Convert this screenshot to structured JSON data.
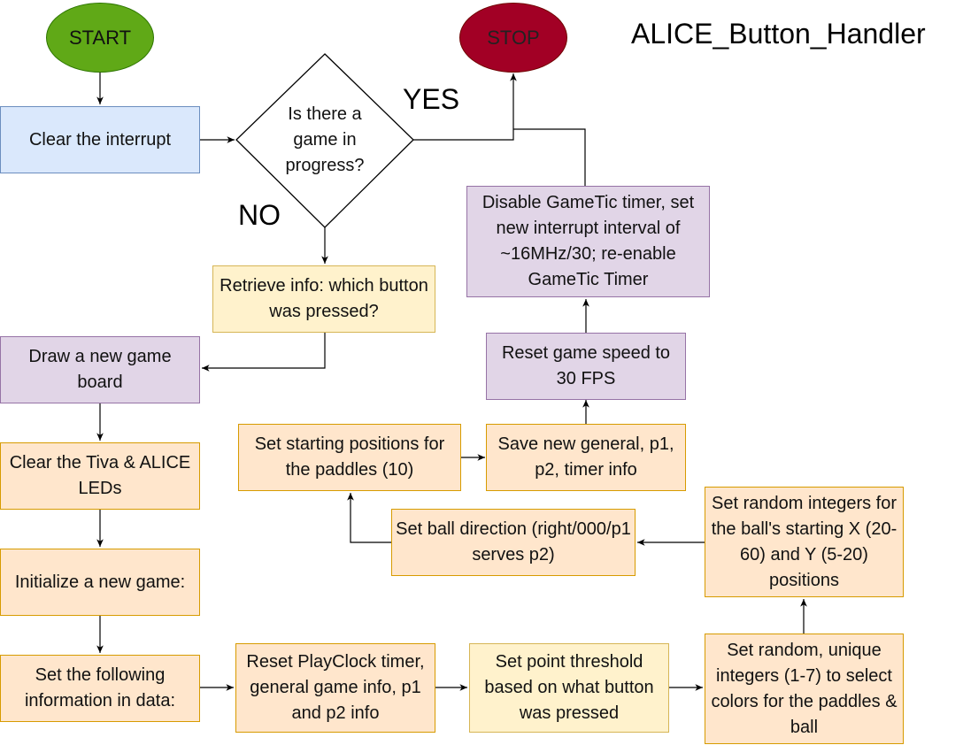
{
  "title": "ALICE_Button_Handler",
  "nodes": {
    "start": "START",
    "stop": "STOP",
    "clear_interrupt": "Clear the interrupt",
    "decision": "Is there a game in progress?",
    "retrieve_info": "Retrieve info: which button was pressed?",
    "draw_board": "Draw a new game board",
    "clear_leds": "Clear the Tiva & ALICE LEDs",
    "init_game": "Initialize a new game:",
    "set_following": "Set the following information in data:",
    "reset_playclock": "Reset PlayClock timer, general game info, p1 and p2 info",
    "set_threshold": "Set point threshold based on what button was pressed",
    "set_colors": "Set random, unique integers (1-7) to select colors  for the paddles & ball",
    "set_ball_pos": "Set random integers for the ball's starting X (20-60) and Y (5-20) positions",
    "set_ball_dir": "Set ball direction (right/000/p1 serves p2)",
    "set_paddles": "Set starting positions for the paddles (10)",
    "save_info": "Save new general, p1, p2, timer info",
    "reset_speed": "Reset game speed to 30 FPS",
    "disable_timer": "Disable GameTic timer, set new interrupt interval of ~16MHz/30; re-enable GameTic Timer"
  },
  "edge_labels": {
    "yes": "YES",
    "no": "NO"
  },
  "colors": {
    "blue_fill": "#dae8fc",
    "yellow_fill": "#fff2cc",
    "purple_fill": "#e1d5e7",
    "orange_fill": "#ffe6cc",
    "start_fill": "#60a917",
    "stop_fill": "#a20025"
  }
}
